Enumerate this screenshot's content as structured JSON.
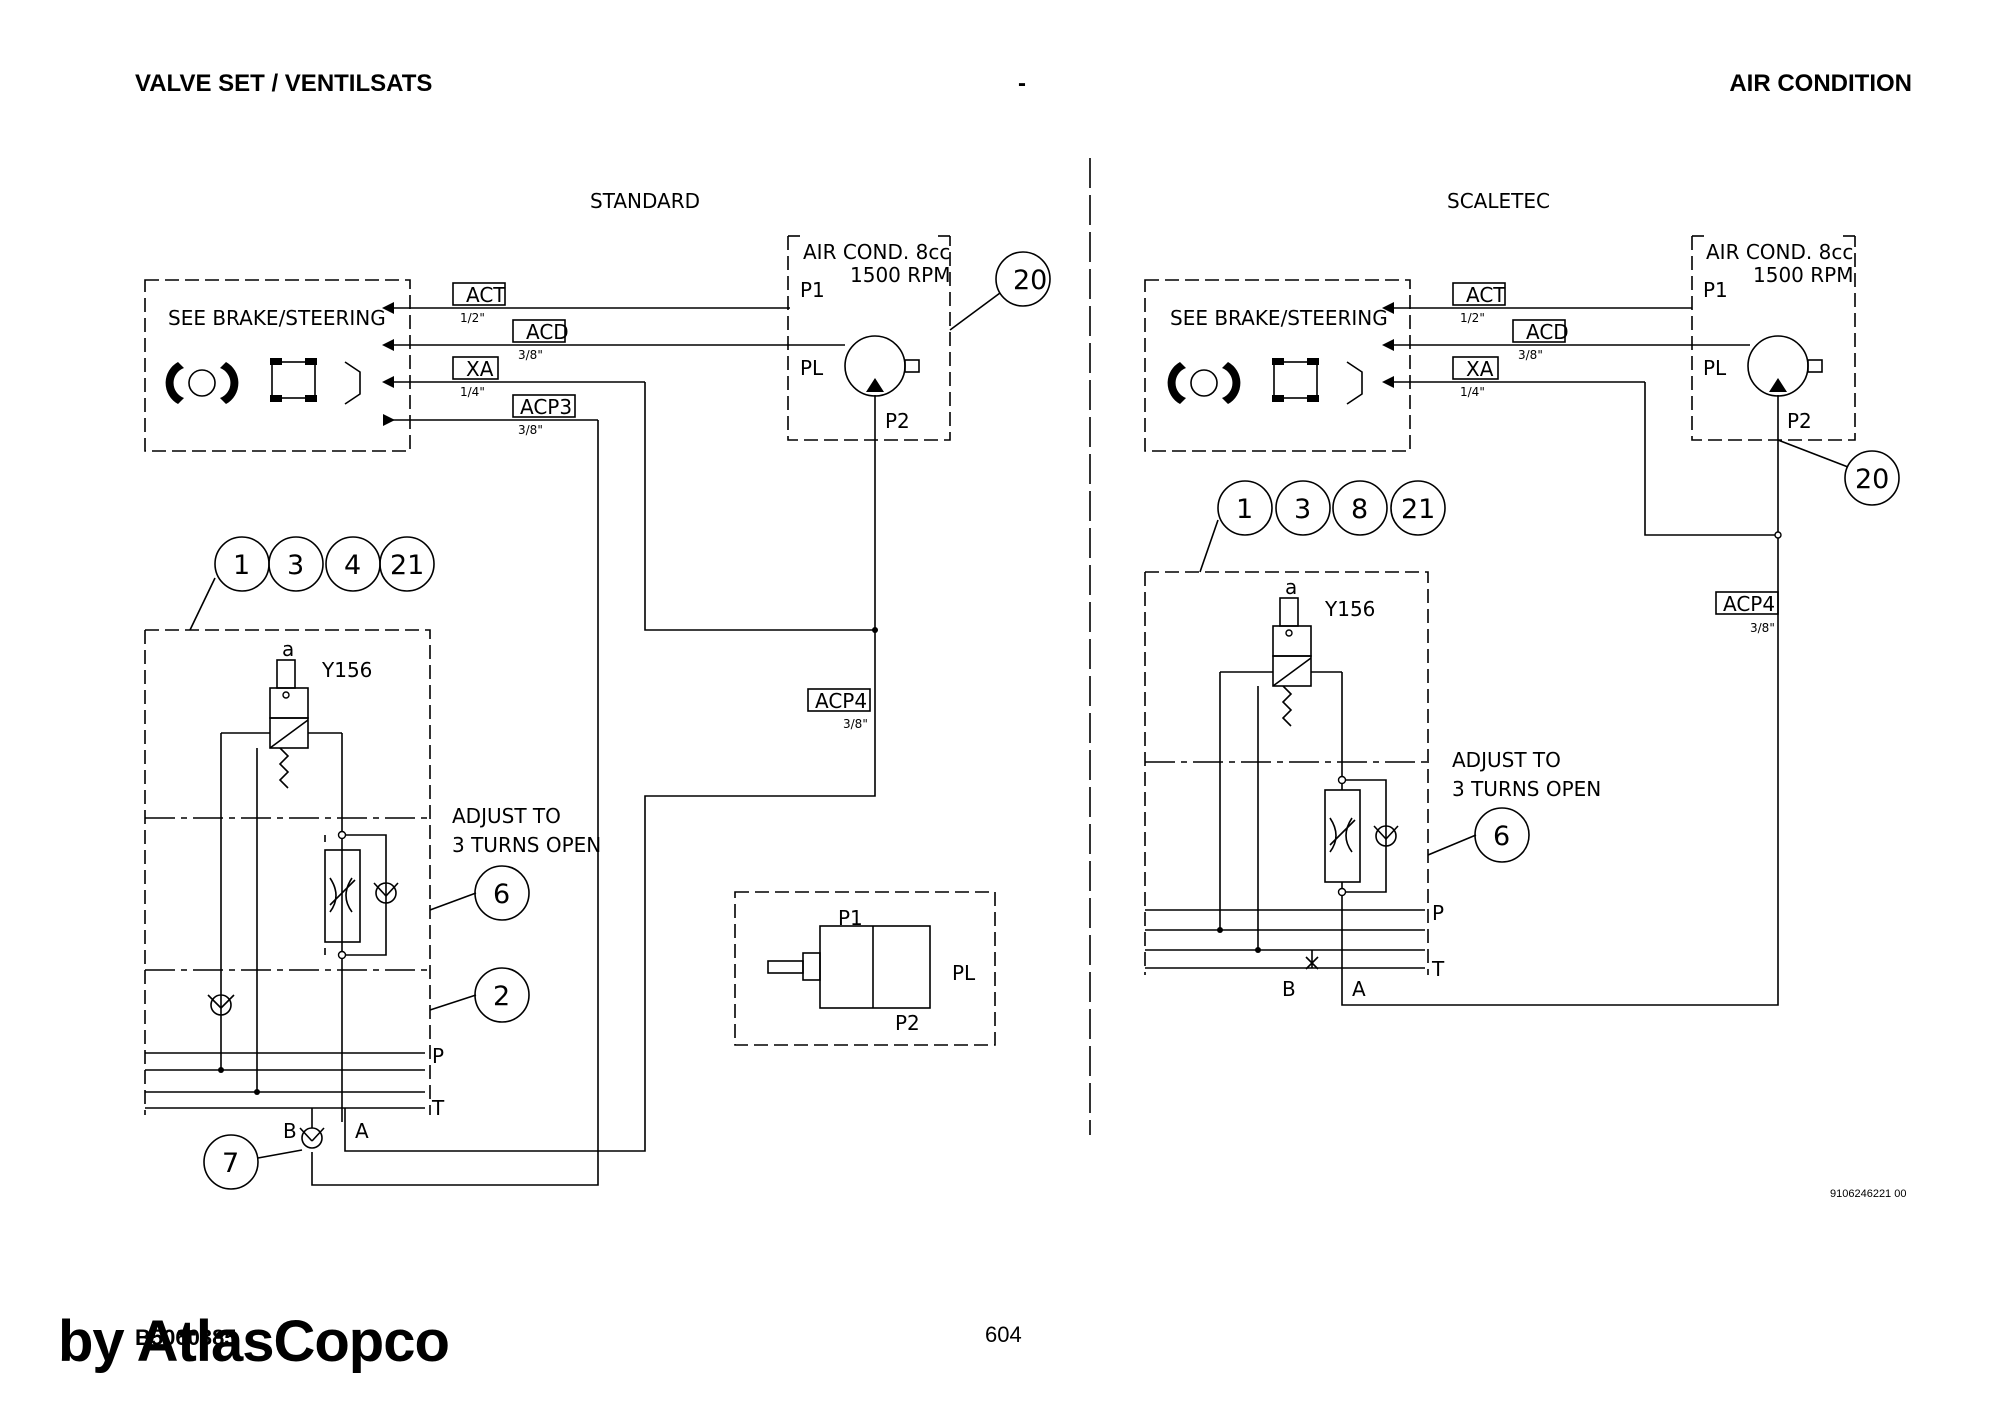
{
  "header": {
    "left": "VALVE SET / VENTILSATS",
    "middle": "-",
    "right": "AIR CONDITION"
  },
  "footer": {
    "doc_number": "B5060385",
    "page_number": "604",
    "brand": "by AtlasCopco",
    "drawing_number": "9106246221 00"
  },
  "diagrams": [
    {
      "title": "STANDARD",
      "brake_box": "SEE BRAKE/STEERING",
      "pump": {
        "label1": "AIR COND. 8cc",
        "label2": "1500 RPM",
        "p1": "P1",
        "pl": "PL",
        "p2": "P2",
        "callout": "20"
      },
      "lines": [
        {
          "tag": "ACT",
          "size": "1/2\""
        },
        {
          "tag": "ACD",
          "size": "3/8\""
        },
        {
          "tag": "XA",
          "size": "1/4\""
        },
        {
          "tag": "ACP3",
          "size": "3/8\""
        },
        {
          "tag": "ACP4",
          "size": "3/8\""
        }
      ],
      "callouts": [
        "1",
        "3",
        "4",
        "21"
      ],
      "solenoid": "Y156",
      "solenoid_side": "a",
      "adjust_line1": "ADJUST TO",
      "adjust_line2": "3 TURNS OPEN",
      "callout_6": "6",
      "callout_2": "2",
      "callout_7": "7",
      "port_p": "P",
      "port_t": "T",
      "port_b": "B",
      "port_a": "A"
    },
    {
      "title": "SCALETEC",
      "brake_box": "SEE BRAKE/STEERING",
      "pump": {
        "label1": "AIR COND. 8cc",
        "label2": "1500 RPM",
        "p1": "P1",
        "pl": "PL",
        "p2": "P2",
        "callout": "20"
      },
      "lines": [
        {
          "tag": "ACT",
          "size": "1/2\""
        },
        {
          "tag": "ACD",
          "size": "3/8\""
        },
        {
          "tag": "XA",
          "size": "1/4\""
        },
        {
          "tag": "ACP4",
          "size": "3/8\""
        }
      ],
      "callouts": [
        "1",
        "3",
        "8",
        "21"
      ],
      "solenoid": "Y156",
      "solenoid_side": "a",
      "adjust_line1": "ADJUST TO",
      "adjust_line2": "3 TURNS OPEN",
      "callout_6": "6",
      "port_p": "P",
      "port_t": "T",
      "port_b": "B",
      "port_a": "A"
    }
  ],
  "motor_detail": {
    "p1": "P1",
    "pl": "PL",
    "p2": "P2"
  }
}
